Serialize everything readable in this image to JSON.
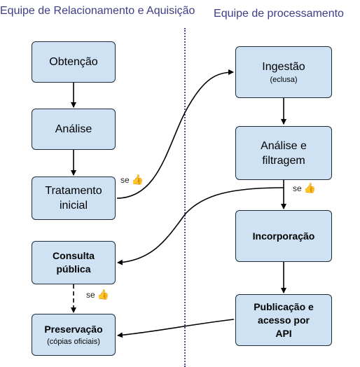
{
  "headers": {
    "left": "Equipe de Relacionamento e Aquisição",
    "right": "Equipe de processamento"
  },
  "boxes": {
    "obtencao": {
      "label": "Obtenção"
    },
    "analise": {
      "label": "Análise"
    },
    "tratamento": {
      "label": "Tratamento inicial"
    },
    "consulta": {
      "label": "Consulta pública"
    },
    "preservacao": {
      "label": "Preservação",
      "sub": "(cópias oficiais)"
    },
    "ingestao": {
      "label": "Ingestão",
      "sub": "(eclusa)"
    },
    "analise_filtragem": {
      "label": "Análise e filtragem"
    },
    "incorporacao": {
      "label": "Incorporação"
    },
    "publicacao": {
      "label": "Publicação e acesso por API"
    }
  },
  "conditions": {
    "label": "se",
    "icon": "thumbs-up-icon",
    "icon_color": "#f0a21d"
  },
  "colors": {
    "box_fill": "#cfe2f3",
    "box_border": "#1f2a36",
    "header_text": "#3f3d86"
  }
}
